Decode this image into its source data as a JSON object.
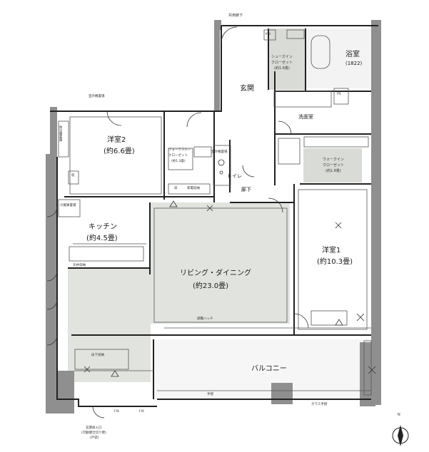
{
  "rooms": {
    "western2_name": "洋室2",
    "western2_area": "(約6.6畳)",
    "western1_name": "洋室1",
    "western1_area": "(約10.3畳)",
    "kitchen_name": "キッチン",
    "kitchen_area": "(約4.5畳)",
    "living_name": "リビング・ダイニング",
    "living_area": "(約23.0畳)",
    "entrance": "玄関",
    "bath_name": "浴室",
    "bath_size": "(1822)",
    "washroom": "洗面室",
    "toilet": "トイレ",
    "hallway": "廊下",
    "balcony": "バルコニー"
  },
  "closets": {
    "shoes_in_line1": "シューズイン",
    "shoes_in_line2": "クローゼット",
    "shoes_in_area": "(約1.6畳)",
    "walk_in_line1": "ウォークイン",
    "walk_in_line2": "クローゼット",
    "walk_in_area": "(約1.8畳)",
    "walk_through_line1": "ウォークスルー",
    "walk_through_line2": "クローゼット",
    "walk_through_area": "(約1.3畳)"
  },
  "small_labels": {
    "common_corridor": "共用廊下",
    "mb": "MB",
    "ps": "PS",
    "outdoor_unit_1": "室外機置場",
    "outdoor_unit_2": "室外機置場",
    "disaster_storage": "防災備蓄庫",
    "storage": "収",
    "storage_bottom": "収",
    "fridge": "冷蔵庫置場",
    "appliance": "家電収納",
    "tall_cabinet": "天井収納",
    "floor_storage": "床下収納",
    "fix_1": "FIX",
    "fix_2": "FIX",
    "emergency_hatch": "避難ハッチ",
    "handrail": "手摺",
    "glass_handrail": "ガラス手摺",
    "escape_note_1": "玄関扉入口",
    "escape_note_2": "(可動間仕切り壁)",
    "escape_note_3": "(戸袋)",
    "north": "N"
  }
}
